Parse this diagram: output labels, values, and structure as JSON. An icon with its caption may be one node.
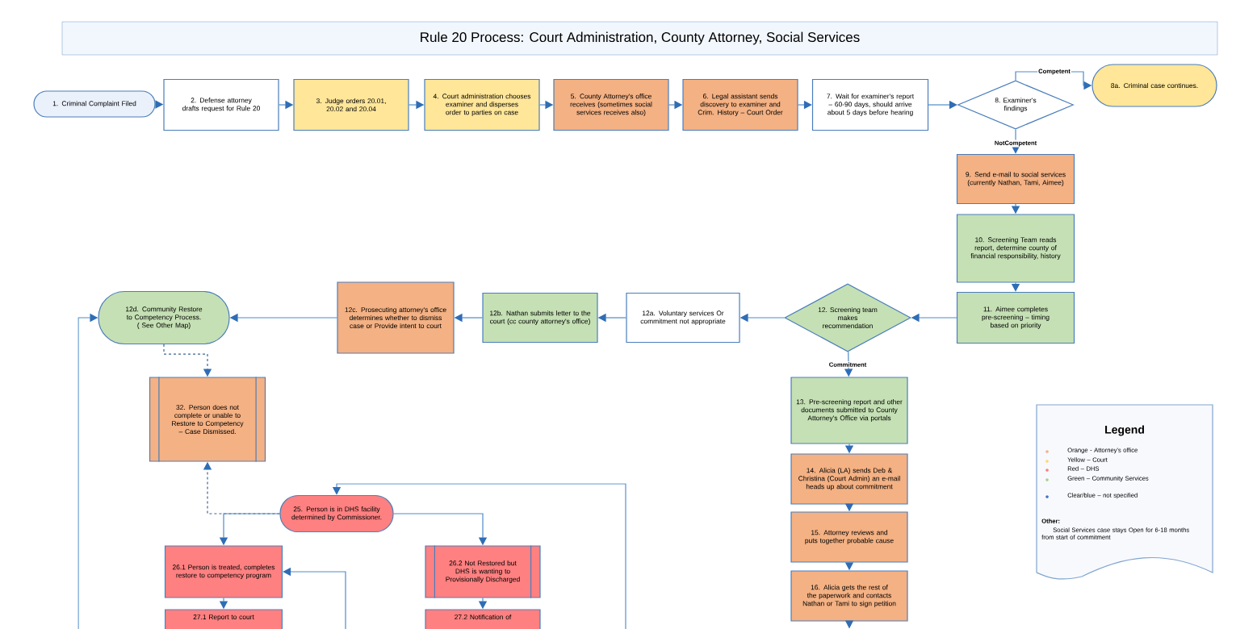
{
  "diagram": {
    "title": "Rule 20 Process: Court Administration, County Attorney, Social Services",
    "nodes": [
      {
        "text": [
          "1. Criminal Complaint Filed"
        ]
      },
      {
        "text": [
          "2. Defense attorney drafts request for Rule 20"
        ]
      },
      {
        "text": [
          "3. Judge orders 20.01, 20.02 and 20.04"
        ]
      },
      {
        "text": [
          "4. Court administration chooses examiner and disperses order to parties on case"
        ]
      },
      {
        "text": [
          "5. County Attorney's office receives (sometimes social services receives also)"
        ]
      },
      {
        "text": [
          "6. Legal assistant sends discovery to examiner and Crim. History – Court Order"
        ]
      },
      {
        "text": [
          "7. Wait for examiner's report – 60-90 days, should arrive about 5 days before hearing"
        ]
      },
      {
        "text": [
          "8. Examiner's findings"
        ]
      },
      {
        "text": [
          "8a. Criminal case continues."
        ]
      },
      {
        "text": [
          "9. Send e-mail to social services (currently Nathan, Tami, Aimee)"
        ]
      },
      {
        "text": [
          "10. Screening Team reads report, determine county of financial responsibility, history"
        ]
      },
      {
        "text": [
          "11. Aimee completes pre-screening – timing based on priority"
        ]
      },
      {
        "text": [
          "12. Screening team makes recommendation"
        ]
      },
      {
        "text": [
          "12a. Voluntary services Or commitment not appropriate"
        ]
      },
      {
        "text": [
          "12b. Nathan submits letter to the court (cc county attorney's office)"
        ]
      },
      {
        "text": [
          "12c. Prosecuting attorney's office determines whether to dismiss case or Provide intent to court"
        ]
      },
      {
        "text": [
          "12d. Community Restore to Competency Process. ( See Other Map)"
        ]
      },
      {
        "text": [
          "32. Person does not complete or unable to Restore to Competency – Case Dismissed."
        ]
      },
      {
        "text": [
          "13. Pre-screening report and other documents submitted to County Attorney's Office via portals"
        ]
      },
      {
        "text": [
          "14. Alicia (LA) sends Deb & Christina (Court Admin) an e-mail heads up about commitment"
        ]
      },
      {
        "text": [
          "15. Attorney reviews and puts together probable cause"
        ]
      },
      {
        "text": [
          "16. Alicia gets the rest of the paperwork and contacts Nathan or Tami to sign petition"
        ]
      },
      {
        "text": [
          "25. Person is in DHS facility determined by Commissioner."
        ]
      },
      {
        "text": [
          "26.1 Person is treated, completes restore to competency program"
        ]
      },
      {
        "text": [
          "26.2 Not Restored but DHS is wanting to Provisionally Discharged"
        ]
      },
      {
        "text": [
          "27.1 Report to court"
        ]
      },
      {
        "text": [
          "27.2 Notification of"
        ]
      }
    ],
    "edges": [
      {
        "from": 0,
        "to": 1,
        "arrow": "to"
      },
      {
        "from": 1,
        "to": 2,
        "arrow": "to"
      },
      {
        "from": 2,
        "to": 3,
        "arrow": "to"
      },
      {
        "from": 3,
        "to": 4,
        "arrow": "to"
      },
      {
        "from": 4,
        "to": 5,
        "arrow": "to"
      },
      {
        "from": 5,
        "to": 6,
        "arrow": "to"
      },
      {
        "from": 6,
        "to": 7,
        "arrow": "to"
      },
      {
        "from": 7,
        "to": 8,
        "arrow": "to",
        "label": "Competent"
      },
      {
        "from": 7,
        "to": 9,
        "arrow": "to",
        "label": "NotCompetent"
      },
      {
        "from": 9,
        "to": 10,
        "arrow": "to"
      },
      {
        "from": 10,
        "to": 11,
        "arrow": "to"
      },
      {
        "from": 11,
        "to": 12,
        "arrow": "to"
      },
      {
        "from": 12,
        "to": 13,
        "arrow": "to"
      },
      {
        "from": 13,
        "to": 14,
        "arrow": "to"
      },
      {
        "from": 14,
        "to": 15,
        "arrow": "to"
      },
      {
        "from": 15,
        "to": 16,
        "arrow": "to"
      },
      {
        "from": 12,
        "to": 18,
        "arrow": "to",
        "label": "Commitment"
      },
      {
        "from": 18,
        "to": 19,
        "arrow": "to"
      },
      {
        "from": 19,
        "to": 20,
        "arrow": "to"
      },
      {
        "from": 20,
        "to": 21,
        "arrow": "to"
      },
      {
        "from": 21,
        "to": null,
        "arrow": "to"
      },
      {
        "from": 16,
        "to": 17,
        "arrow": "to",
        "style": "dashed"
      },
      {
        "from": 22,
        "to": 17,
        "arrow": "to",
        "style": "dashed"
      },
      {
        "from": 22,
        "to": 23,
        "arrow": "to"
      },
      {
        "from": 22,
        "to": 24,
        "arrow": "to"
      },
      {
        "from": 23,
        "to": 25,
        "arrow": "to"
      },
      {
        "from": 24,
        "to": 26,
        "arrow": "to"
      },
      {
        "from": null,
        "to": 16,
        "arrow": "to"
      },
      {
        "from": null,
        "to": 23,
        "arrow": "to"
      },
      {
        "from": null,
        "to": 22,
        "arrow": "to"
      }
    ],
    "labels": [
      "Legend",
      "Other:",
      "Social Services case stays Open for 6-18 months from start of commitment"
    ],
    "legend": [
      {
        "text": "Orange - Attorney's office",
        "color": "#f4b183"
      },
      {
        "text": "Yellow – Court",
        "color": "#ffd966"
      },
      {
        "text": "Red – DHS",
        "color": "#ff7c80"
      },
      {
        "text": "Green – Community Services",
        "color": "#a9d18e"
      },
      {
        "text": "Clear/blue – not specified",
        "color": "#4472c4"
      }
    ]
  }
}
